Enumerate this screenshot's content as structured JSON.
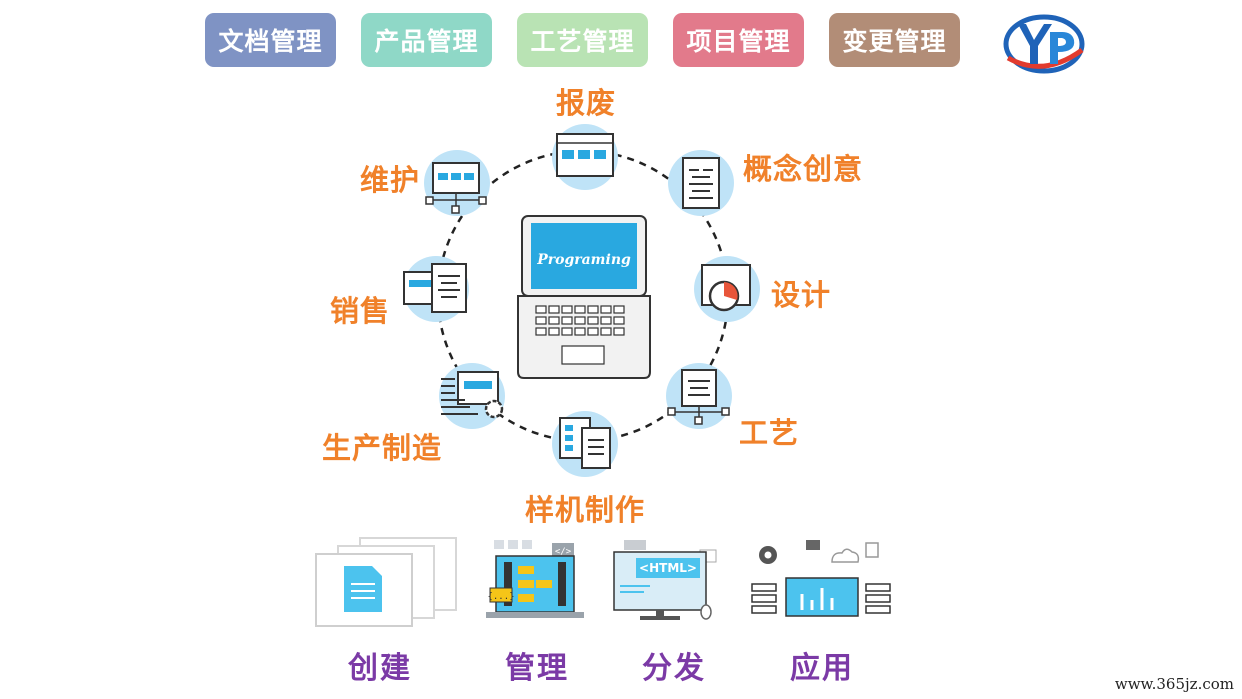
{
  "tabs": [
    {
      "label": "文档管理",
      "color": "#7f93c4"
    },
    {
      "label": "产品管理",
      "color": "#8fd8c7"
    },
    {
      "label": "工艺管理",
      "color": "#b9e3b4"
    },
    {
      "label": "项目管理",
      "color": "#e27a8b"
    },
    {
      "label": "变更管理",
      "color": "#b28d77"
    }
  ],
  "logo_icon": "yd-logo-icon",
  "center": {
    "screen_text": "Programing"
  },
  "cycle": {
    "stages": [
      "报废",
      "概念创意",
      "设计",
      "工艺",
      "样机制作",
      "生产制造",
      "销售",
      "维护"
    ]
  },
  "bottom": {
    "steps": [
      "创建",
      "管理",
      "分发",
      "应用"
    ],
    "html_text": "<HTML>"
  },
  "watermark": "www.365jz.com",
  "colors": {
    "accent": "#f0812a",
    "bottom_text": "#7b3aa6",
    "circle": "#bfe3f7",
    "blue": "#29a8e0"
  }
}
